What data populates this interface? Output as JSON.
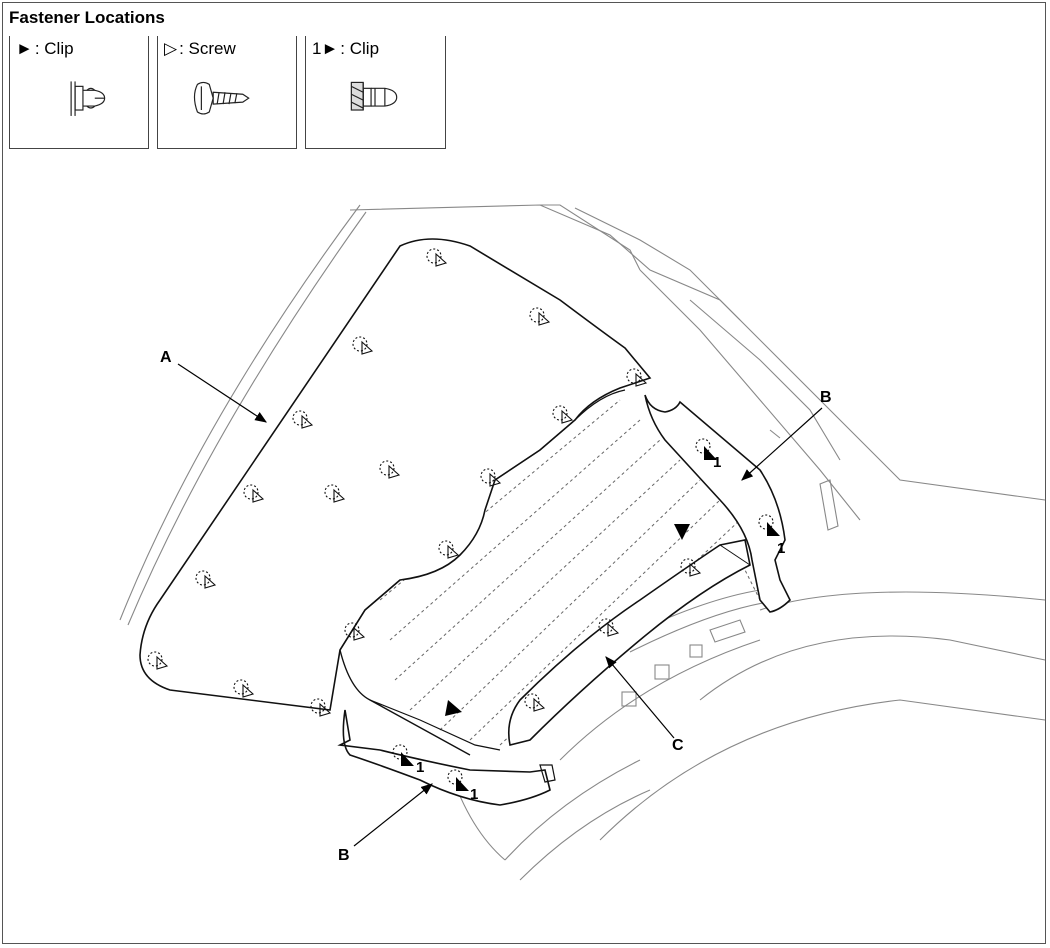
{
  "title": "Fastener Locations",
  "legend": [
    {
      "symbol": "►",
      "prefix": "",
      "text": ": Clip",
      "icon": "clip-icon"
    },
    {
      "symbol": "▷",
      "prefix": "",
      "text": ": Screw",
      "icon": "screw-icon"
    },
    {
      "symbol": "►",
      "prefix": "1",
      "text": ": Clip",
      "icon": "clip-type1-icon"
    }
  ],
  "callouts": {
    "a": "A",
    "b_right": "B",
    "b_bottom": "B",
    "c": "C"
  },
  "clip_type_number": "1"
}
